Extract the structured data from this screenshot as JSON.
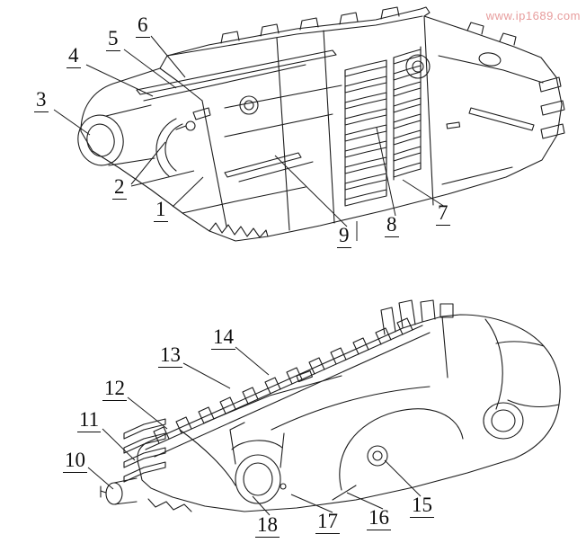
{
  "watermark": {
    "text": "www.ip1689.com",
    "color": "#e79c9c"
  },
  "drawing": {
    "ink_color": "#1c1c1c",
    "background": "#ffffff"
  },
  "figure_top": {
    "name": "housing-perspective-view-top",
    "labels": [
      "1",
      "2",
      "3",
      "4",
      "5",
      "6",
      "7",
      "8",
      "9"
    ]
  },
  "figure_bottom": {
    "name": "housing-perspective-view-bottom",
    "labels": [
      "10",
      "11",
      "12",
      "13",
      "14",
      "15",
      "16",
      "17",
      "18"
    ]
  }
}
